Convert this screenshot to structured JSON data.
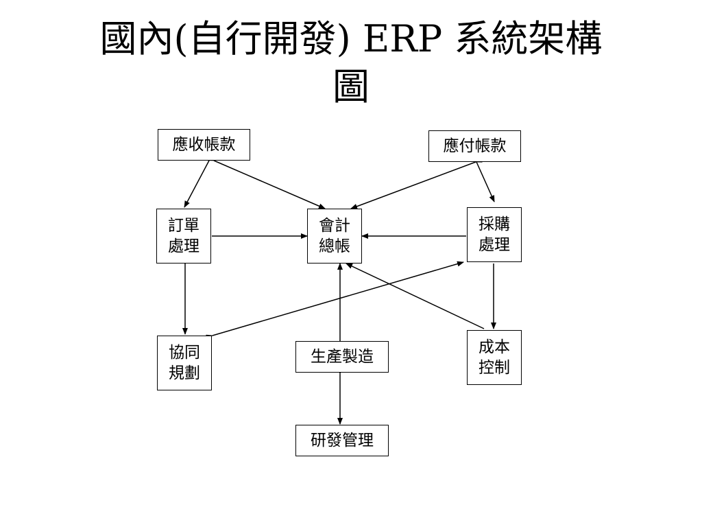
{
  "title": {
    "line1": "國內(自行開發) ERP 系統架構",
    "line2": "圖"
  },
  "nodes": {
    "ar": {
      "line1": "應收帳款"
    },
    "ap": {
      "line1": "應付帳款"
    },
    "order": {
      "line1": "訂單",
      "line2": "處理"
    },
    "gl": {
      "line1": "會計",
      "line2": "總帳"
    },
    "purchase": {
      "line1": "採購",
      "line2": "處理"
    },
    "planning": {
      "line1": "協同",
      "line2": "規劃"
    },
    "production": {
      "line1": "生產製造"
    },
    "cost": {
      "line1": "成本",
      "line2": "控制"
    },
    "rnd": {
      "line1": "研發管理"
    }
  },
  "colors": {
    "stroke": "#000000",
    "background": "#ffffff"
  }
}
